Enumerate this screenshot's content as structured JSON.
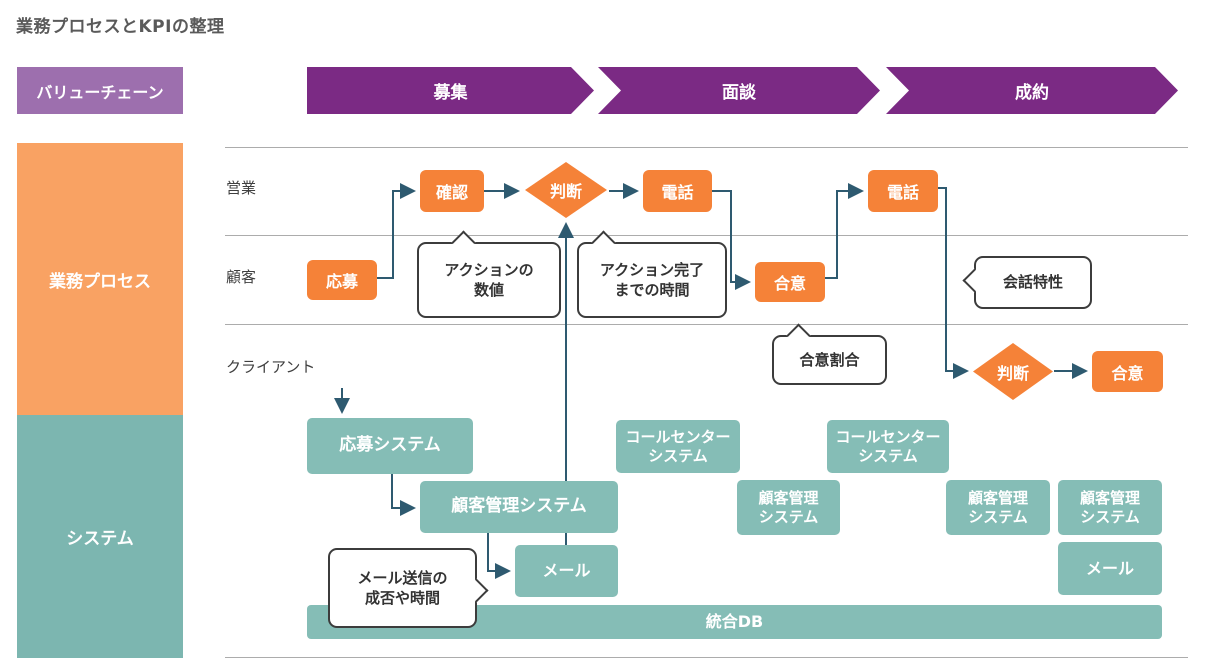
{
  "title": "業務プロセスとKPIの整理",
  "value_chain": {
    "label": "バリューチェーン",
    "stages": [
      {
        "label": "募集"
      },
      {
        "label": "面談"
      },
      {
        "label": "成約"
      }
    ]
  },
  "sections": {
    "process": "業務プロセス",
    "system": "システム"
  },
  "lanes": {
    "sales": "営業",
    "customer": "顧客",
    "client": "クライアント"
  },
  "process_nodes": {
    "oubo": "応募",
    "kakunin": "確認",
    "handan_1": "判断",
    "denwa_1": "電話",
    "goui_1": "合意",
    "denwa_2": "電話",
    "handan_2": "判断",
    "goui_2": "合意"
  },
  "kpi_callouts": {
    "action_count": "アクションの\n数値",
    "action_time": "アクション完了\nまでの時間",
    "agreement_rate": "合意割合",
    "conversation": "会話特性",
    "mail_result": "メール送信の\n成否や時間"
  },
  "systems": {
    "oubo_system": "応募システム",
    "crm_left": "顧客管理システム",
    "mail_left": "メール",
    "callcenter_1": "コールセンター\nシステム",
    "crm_mid": "顧客管理\nシステム",
    "callcenter_2": "コールセンター\nシステム",
    "crm_right_1": "顧客管理\nシステム",
    "crm_right_2": "顧客管理\nシステム",
    "mail_right": "メール",
    "integrated_db": "統合DB"
  },
  "colors": {
    "stage_purple": "#7b2a84",
    "value_chain_purple": "#9d6fae",
    "process_section_orange": "#f9a263",
    "process_node_orange": "#f58238",
    "system_section_teal": "#7cb6b0",
    "system_node_teal": "#85bdb6",
    "connector_blue": "#2e5a70",
    "callout_border": "#3c3c3c"
  }
}
